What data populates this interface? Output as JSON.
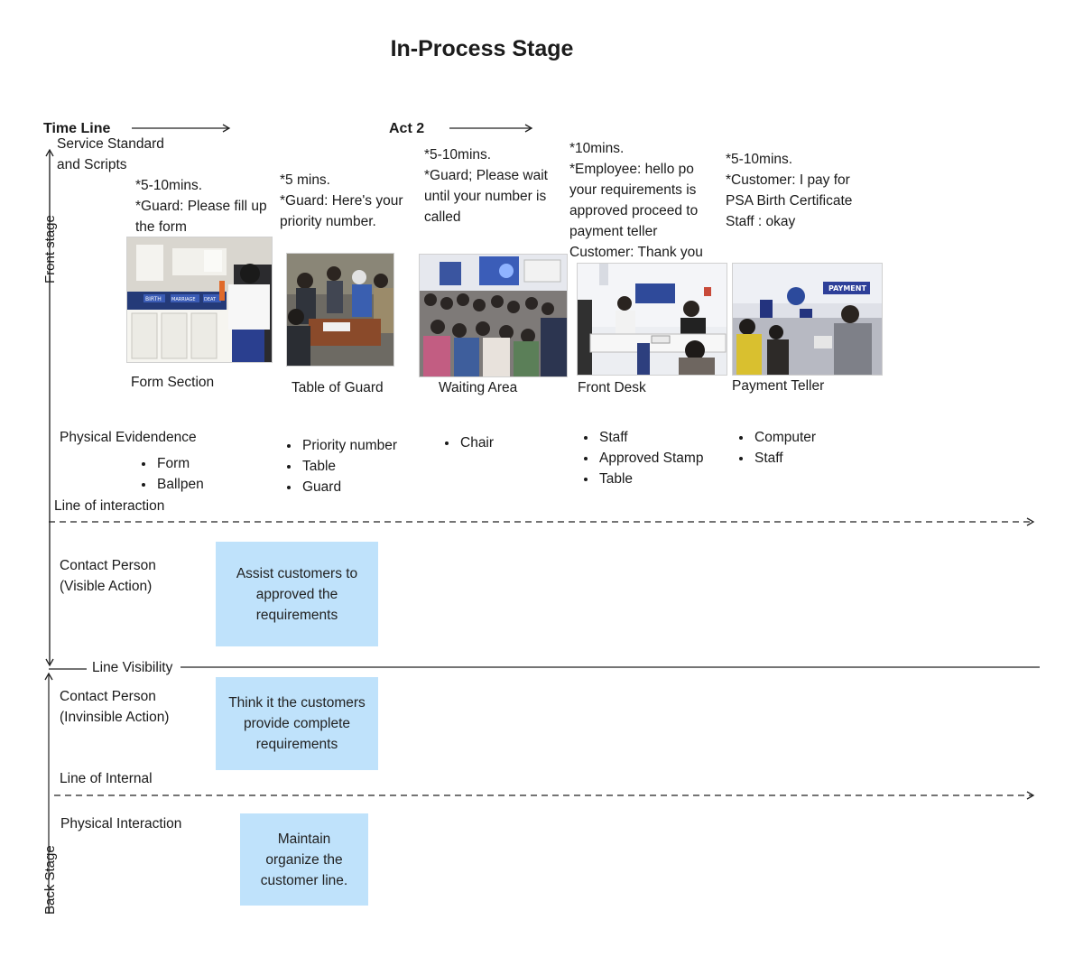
{
  "title": "In-Process Stage",
  "timeline": {
    "label": "Time Line",
    "act": "Act 2"
  },
  "axis": {
    "front": "Front stage",
    "back": "Back Stage"
  },
  "rows": {
    "service_standard": "Service Standard\nand Scripts",
    "physical_evidence": "Physical Evidendence",
    "line_of_interaction": "Line of interaction",
    "contact_visible": "Contact Person\n(Visible Action)",
    "line_visibility": "Line Visibility",
    "contact_invisible": "Contact Person\n(Invinsible Action)",
    "line_internal": "Line of Internal",
    "physical_interaction": "Physical Interaction"
  },
  "stages": [
    {
      "name": "Form Section",
      "script": "*5-10mins.\n*Guard: Please fill up\nthe form",
      "evidence": [
        "Form",
        "Ballpen"
      ],
      "photo_icon": "form-section-photo"
    },
    {
      "name": "Table of Guard",
      "script": "*5 mins.\n*Guard: Here's your\npriority number.",
      "evidence": [
        "Priority number",
        "Table",
        "Guard"
      ],
      "photo_icon": "guard-table-photo"
    },
    {
      "name": "Waiting Area",
      "script": "*5-10mins.\n*Guard; Please wait\nuntil your number is\ncalled",
      "evidence": [
        "Chair"
      ],
      "photo_icon": "waiting-area-photo"
    },
    {
      "name": "Front Desk",
      "script": "*10mins.\n*Employee: hello po\nyour requirements is\napproved proceed to\npayment teller\nCustomer: Thank you",
      "evidence": [
        "Staff",
        "Approved Stamp",
        "Table"
      ],
      "photo_icon": "front-desk-photo"
    },
    {
      "name": "Payment Teller",
      "script": "*5-10mins.\n*Customer: I pay for\nPSA Birth Certificate\nStaff : okay",
      "evidence": [
        "Computer",
        "Staff"
      ],
      "photo_icon": "payment-teller-photo"
    }
  ],
  "actions": {
    "visible": "Assist customers to\napproved the\nrequirements",
    "invisible": "Think it the customers\nprovide complete\nrequirements",
    "physical": "Maintain\norganize the\ncustomer line."
  },
  "photo_labels": {
    "payment_sign": "PAYMENT",
    "birth": "BIRTH",
    "marriage": "MARRIAGE",
    "death": "DEAT"
  },
  "colors": {
    "box": "#bfe2fb",
    "line": "#222222"
  }
}
